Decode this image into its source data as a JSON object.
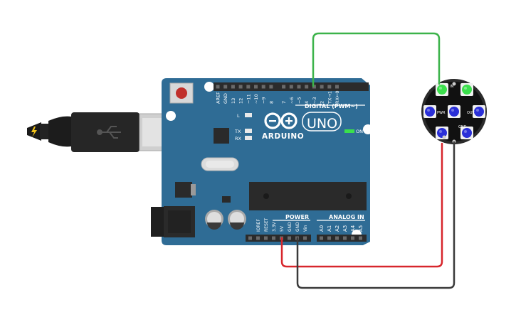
{
  "board": {
    "brand": "ARDUINO",
    "model": "UNO",
    "digital_header": "DIGITAL (PWM~)",
    "power_header": "POWER",
    "analog_header": "ANALOG IN",
    "on_label": "ON",
    "led_labels": [
      "L",
      "TX",
      "RX"
    ],
    "digital_pins": [
      "AREF",
      "GND",
      "13",
      "12",
      "~11",
      "~10",
      "~9",
      "8",
      "7",
      "~6",
      "~5",
      "4",
      "~3",
      "2",
      "TX→1",
      "RX←0"
    ],
    "power_pins": [
      "IOREF",
      "RESET",
      "3.3V",
      "5V",
      "GND",
      "GND",
      "Vin"
    ],
    "analog_pins": [
      "A0",
      "A1",
      "A2",
      "A3",
      "A4",
      "A5"
    ]
  },
  "jewel": {
    "labels": [
      "IN",
      "PWR",
      "OUT",
      "GND"
    ]
  },
  "wires": [
    {
      "name": "data-wire",
      "color": "#3cb34a"
    },
    {
      "name": "power-wire",
      "color": "#d7262c"
    },
    {
      "name": "ground-wire",
      "color": "#3a3a3a"
    }
  ],
  "colors": {
    "board": "#2f6c95",
    "board_dark": "#1f5276",
    "header": "#2b2b2b",
    "led_green": "#3be04c",
    "led_blue": "#2a2fd8"
  }
}
